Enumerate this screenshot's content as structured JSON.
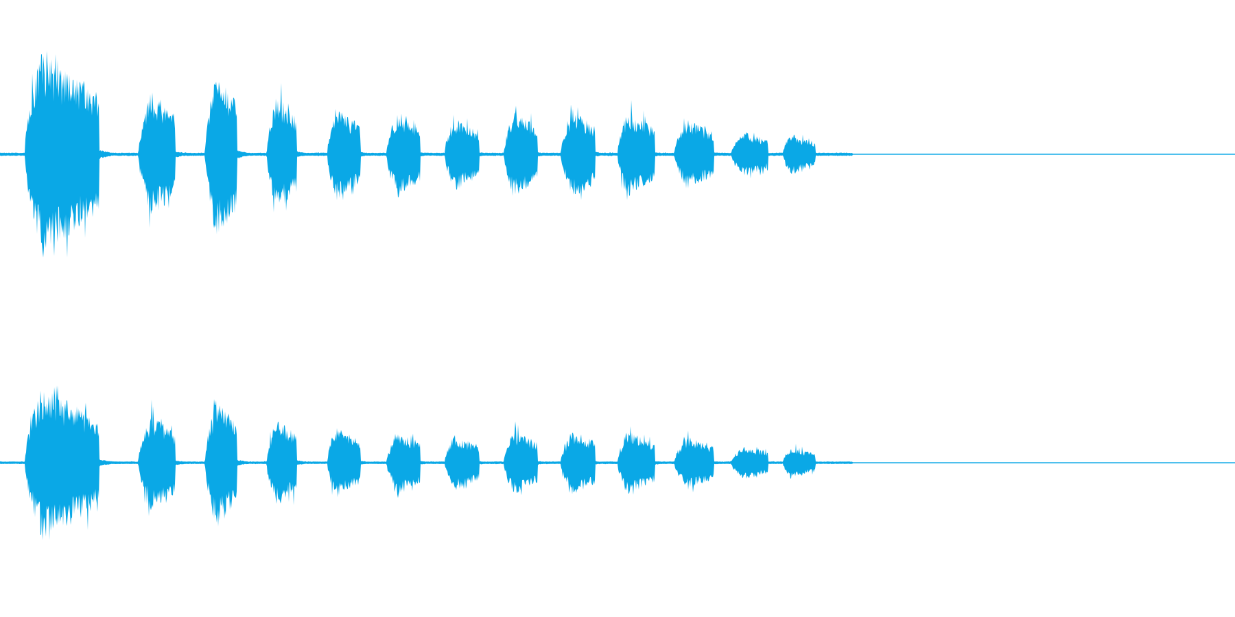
{
  "waveform": {
    "color": "#0aa8e6",
    "channel_count": 2,
    "channels": [
      {
        "name": "left"
      },
      {
        "name": "right"
      }
    ],
    "bursts": [
      {
        "start": 0.02,
        "peak": 0.034,
        "end": 0.08,
        "amp": 1.0
      },
      {
        "start": 0.112,
        "peak": 0.122,
        "end": 0.142,
        "amp": 0.62
      },
      {
        "start": 0.166,
        "peak": 0.175,
        "end": 0.192,
        "amp": 0.82
      },
      {
        "start": 0.216,
        "peak": 0.224,
        "end": 0.24,
        "amp": 0.58
      },
      {
        "start": 0.265,
        "peak": 0.272,
        "end": 0.292,
        "amp": 0.46
      },
      {
        "start": 0.313,
        "peak": 0.322,
        "end": 0.34,
        "amp": 0.42
      },
      {
        "start": 0.36,
        "peak": 0.368,
        "end": 0.388,
        "amp": 0.36
      },
      {
        "start": 0.408,
        "peak": 0.416,
        "end": 0.435,
        "amp": 0.42
      },
      {
        "start": 0.454,
        "peak": 0.464,
        "end": 0.482,
        "amp": 0.42
      },
      {
        "start": 0.5,
        "peak": 0.508,
        "end": 0.53,
        "amp": 0.42
      },
      {
        "start": 0.546,
        "peak": 0.556,
        "end": 0.578,
        "amp": 0.34
      },
      {
        "start": 0.592,
        "peak": 0.602,
        "end": 0.622,
        "amp": 0.22
      },
      {
        "start": 0.634,
        "peak": 0.64,
        "end": 0.66,
        "amp": 0.2
      }
    ],
    "active_end_fraction": 0.69
  }
}
